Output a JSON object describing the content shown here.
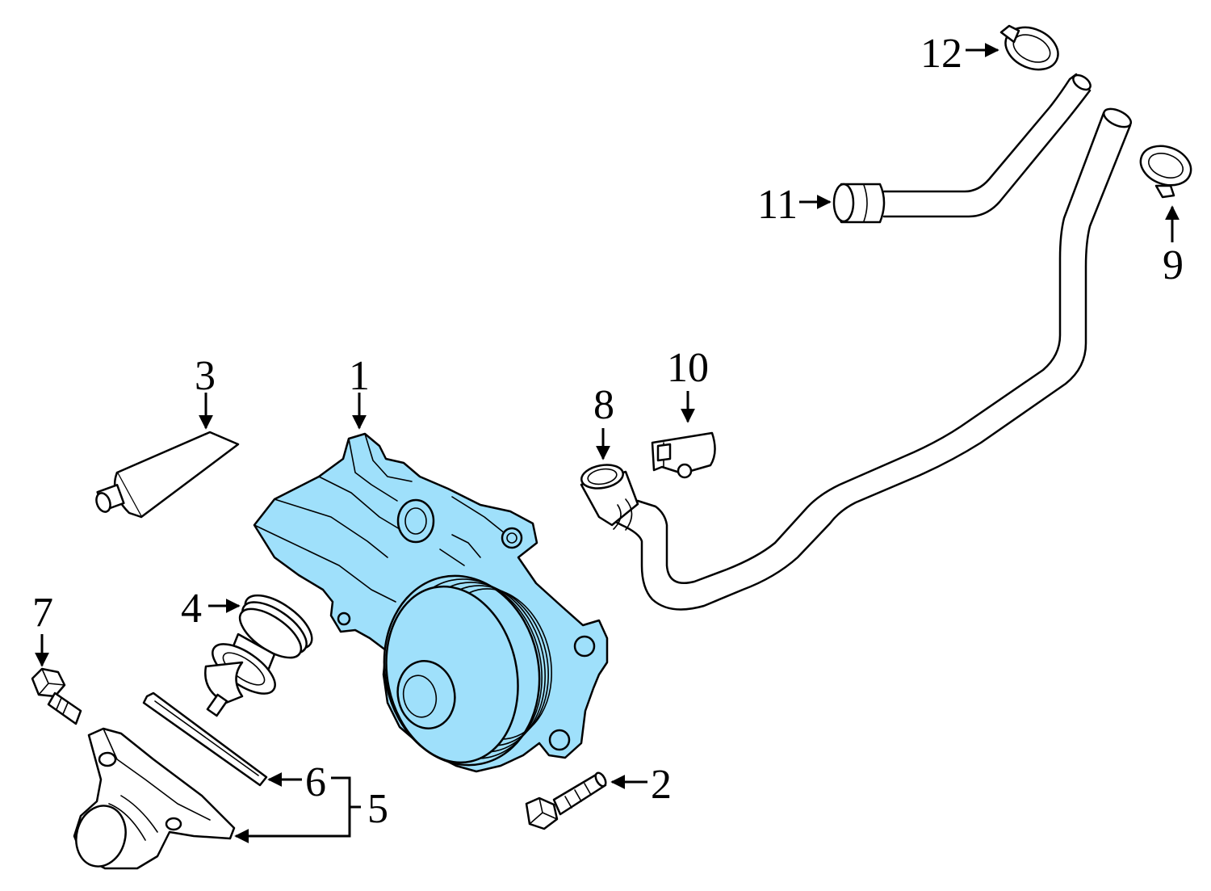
{
  "colors": {
    "highlight": "#9fe0fb",
    "line": "#000000",
    "background": "#ffffff"
  },
  "callouts": {
    "c1": "1",
    "c2": "2",
    "c3": "3",
    "c4": "4",
    "c5": "5",
    "c6": "6",
    "c7": "7",
    "c8": "8",
    "c9": "9",
    "c10": "10",
    "c11": "11",
    "c12": "12"
  }
}
